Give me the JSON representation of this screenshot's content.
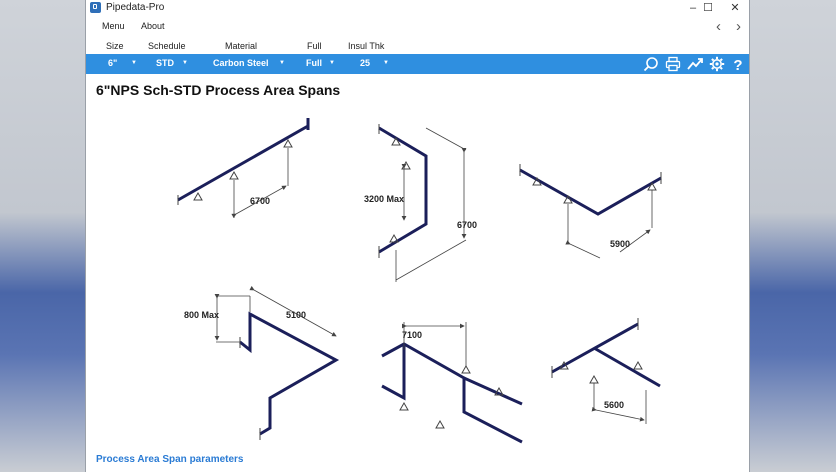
{
  "window": {
    "title": "Pipedata-Pro"
  },
  "menu": {
    "items": [
      "Menu",
      "About"
    ]
  },
  "params": {
    "size_label": "Size",
    "size_value": "6\"",
    "schedule_label": "Schedule",
    "schedule_value": "STD",
    "material_label": "Material",
    "material_value": "Carbon Steel",
    "full_label": "Full",
    "full_value": "Full",
    "insul_label": "Insul Thk",
    "insul_value": "25"
  },
  "toolbar_icons": [
    "search-icon",
    "print-icon",
    "chart-trend-icon",
    "gear-icon",
    "help-icon"
  ],
  "main": {
    "title": "6\"NPS  Sch-STD Process Area Spans",
    "footer_link": "Process Area Span parameters",
    "dims": {
      "d1": "6700",
      "d2a": "3200 Max",
      "d2b": "6700",
      "d3": "5900",
      "d4a": "800 Max",
      "d4b": "5100",
      "d5": "7100",
      "d6": "5600"
    }
  },
  "colors": {
    "accent": "#2f8fe0",
    "pipe": "#1b1f5a",
    "link": "#2a7bd4"
  }
}
